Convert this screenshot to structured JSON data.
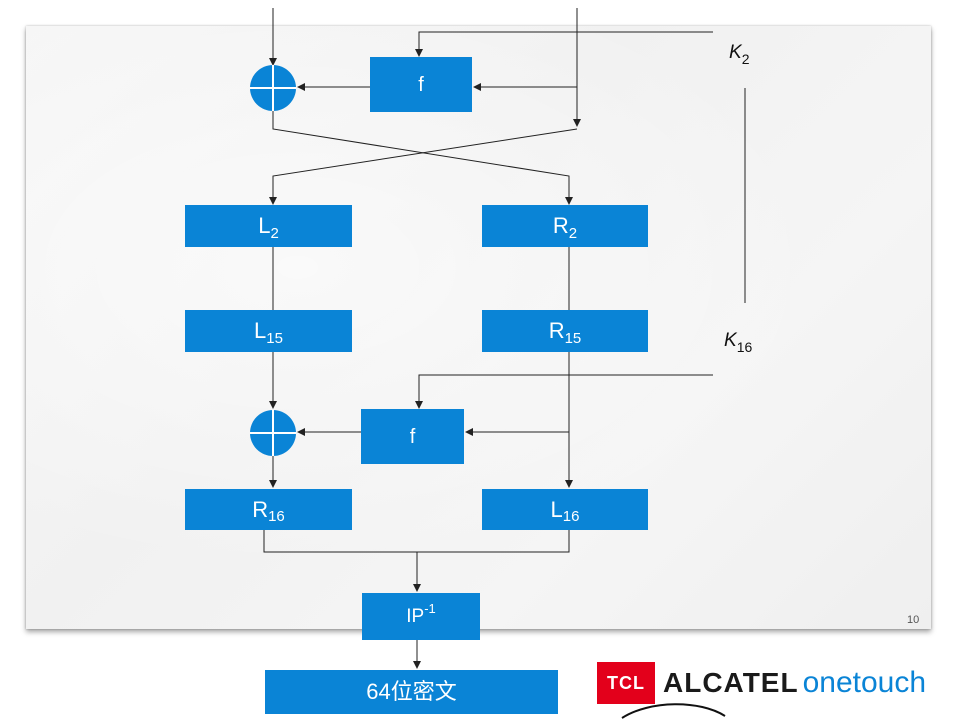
{
  "boxes": {
    "f_top": "f",
    "l2": {
      "main": "L",
      "sub": "2"
    },
    "r2": {
      "main": "R",
      "sub": "2"
    },
    "l15": {
      "main": "L",
      "sub": "15"
    },
    "r15": {
      "main": "R",
      "sub": "15"
    },
    "f_bottom": "f",
    "r16": {
      "main": "R",
      "sub": "16"
    },
    "l16": {
      "main": "L",
      "sub": "16"
    },
    "ip_inv": {
      "main": "IP",
      "sup": "-1"
    },
    "ciphertext": "64位密文"
  },
  "keys": {
    "k2": {
      "main": "K",
      "sub": "2"
    },
    "k16": {
      "main": "K",
      "sub": "16"
    }
  },
  "page_number": "10",
  "logo": {
    "brand": "TCL",
    "name": "ALCATEL",
    "product": "onetouch"
  },
  "colors": {
    "box": "#0a84d6",
    "line": "#222222",
    "logo_red": "#e3001b"
  }
}
